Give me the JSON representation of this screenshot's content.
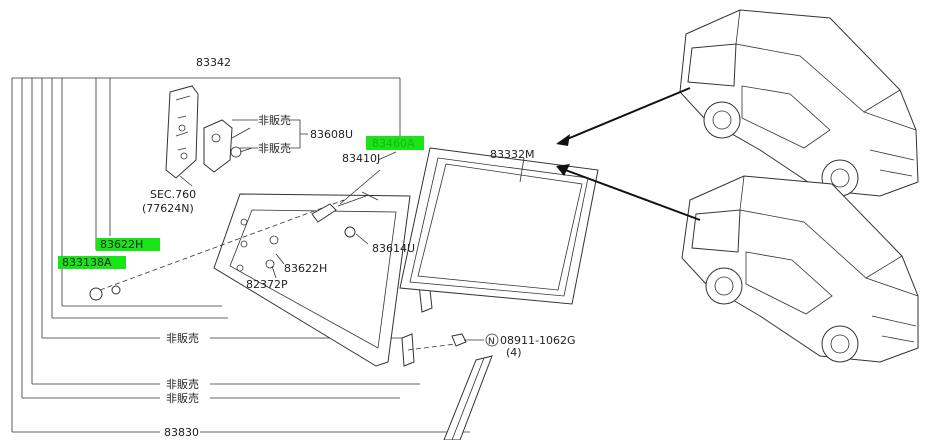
{
  "parts": {
    "p83342": "83342",
    "p83608u": "83608U",
    "p83410j": "83410J",
    "p83332m": "83332M",
    "p83614u": "83614U",
    "p83622h_left": "83622H",
    "p83622h_right": "83622H",
    "p833138a": "833138A",
    "p82372p": "82372P",
    "p08911": "08911-1062G",
    "p08911_qty": "(4)",
    "p08911_prefix": "N",
    "p83830": "83830",
    "sec760": "SEC.760",
    "sec760_ref": "(77624N)",
    "hidden_label": "83460A"
  },
  "notes": {
    "not_for_sale": "非販売"
  },
  "colors": {
    "highlight": "#18e418",
    "line": "#333333"
  }
}
